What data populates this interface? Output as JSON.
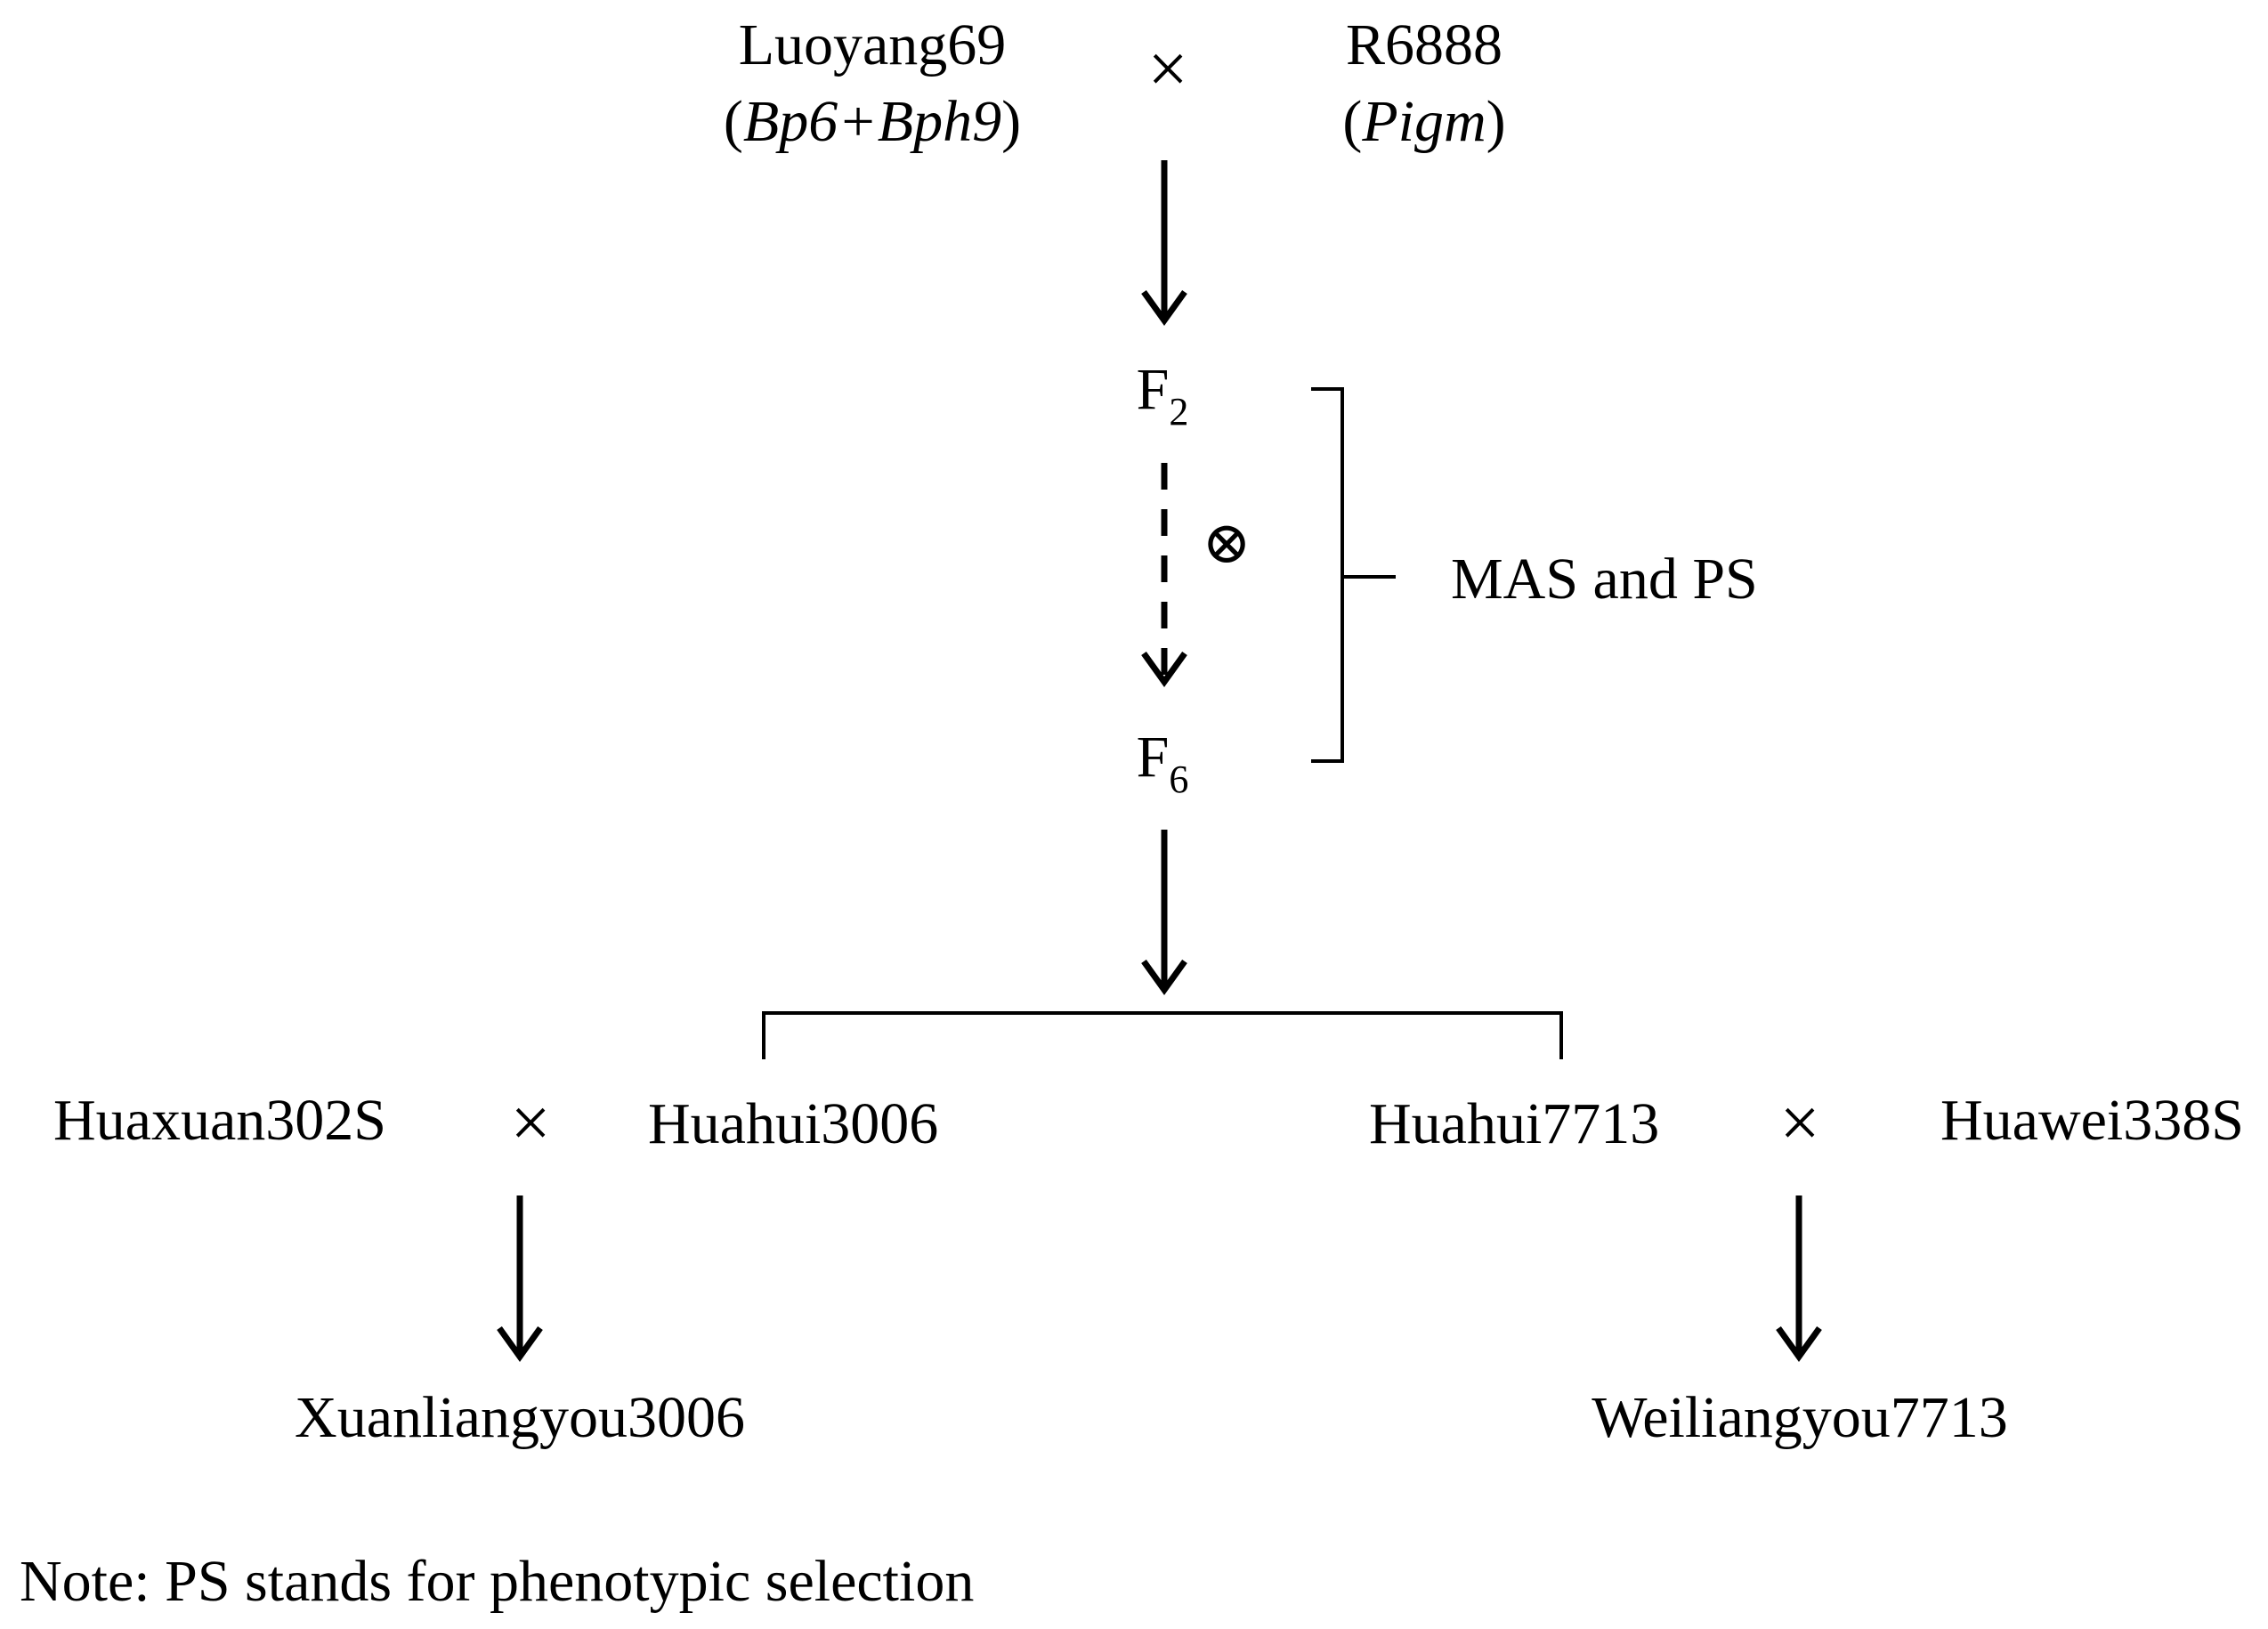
{
  "parents": {
    "female_name": "Luoyang69",
    "female_genes_open": "(",
    "female_gene_1": "Bp6",
    "female_plus": "+",
    "female_gene_2": "Bph9",
    "female_genes_close": ")",
    "male_name": "R6888",
    "male_genes_open": "(",
    "male_gene": "Pigm",
    "male_genes_close": ")",
    "cross_symbol": "×"
  },
  "generations": {
    "f2_letter": "F",
    "f2_sub": "2",
    "f6_letter": "F",
    "f6_sub": "6",
    "selfing_symbol": "⊗",
    "selection_label": "MAS and PS"
  },
  "lines": {
    "left_male_sterile": "Huaxuan302S",
    "left_restorer": "Huahui3006",
    "right_restorer": "Huahui7713",
    "right_male_sterile": "Huawei338S",
    "cross_symbol": "×"
  },
  "hybrids": {
    "left": "Xuanliangyou3006",
    "right": "Weiliangyou7713"
  },
  "note": "Note: PS stands for phenotypic selection"
}
